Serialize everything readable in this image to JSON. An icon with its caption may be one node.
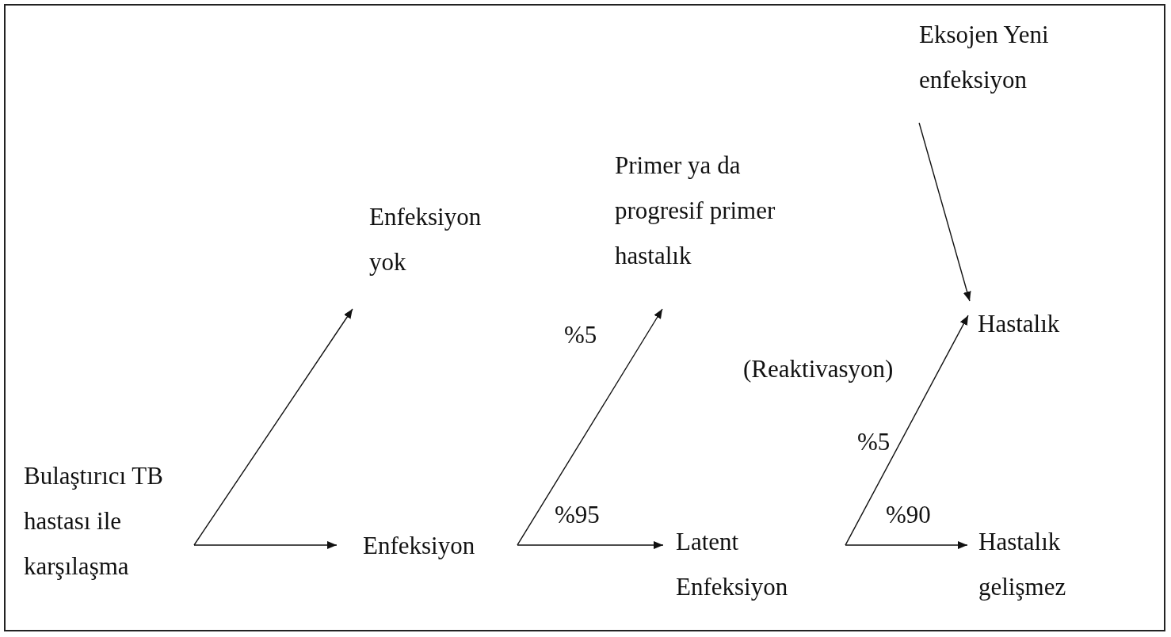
{
  "diagram": {
    "nodes": [
      {
        "text": [
          "Bulaştırıcı TB hastası ile karşılaşma"
        ]
      },
      {
        "text": [
          "Enfeksiyon yok"
        ]
      },
      {
        "text": [
          "Enfeksiyon"
        ]
      },
      {
        "text": [
          "Primer ya da progresif primer hastalık"
        ]
      },
      {
        "text": [
          "Latent Enfeksiyon"
        ]
      },
      {
        "text": [
          "Eksojen Yeni enfeksiyon"
        ]
      },
      {
        "text": [
          "Hastalık"
        ]
      },
      {
        "text": [
          "Hastalık gelişmez"
        ]
      }
    ],
    "edges": [
      {
        "from": 0,
        "to": 1,
        "arrow": "to"
      },
      {
        "from": 0,
        "to": 2,
        "arrow": "to"
      },
      {
        "from": 2,
        "to": 3,
        "arrow": "to",
        "label": "%5"
      },
      {
        "from": 2,
        "to": 4,
        "arrow": "to",
        "label": "%95"
      },
      {
        "from": 4,
        "to": 6,
        "arrow": "to",
        "label": "%5"
      },
      {
        "from": 4,
        "to": 7,
        "arrow": "to",
        "label": "%90"
      },
      {
        "from": 5,
        "to": 6,
        "arrow": "to"
      }
    ],
    "labels": [
      "(Reaktivasyon)"
    ]
  }
}
